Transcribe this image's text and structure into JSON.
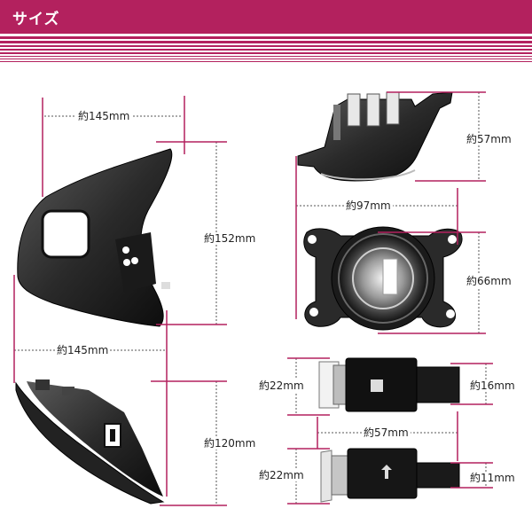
{
  "header": {
    "title": "サイズ",
    "color": "#b3215e"
  },
  "dimensions": {
    "bracket_top_width": "約145mm",
    "bracket_height": "約152mm",
    "bracket_bottom_width": "約145mm",
    "bracket_depth": "約120mm",
    "lamp_side_height": "約57mm",
    "lamp_width": "約97mm",
    "lamp_front_height": "約66mm",
    "connector_a_height": "約22mm",
    "connector_a_width": "約16mm",
    "connector_length": "約57mm",
    "connector_b_height": "約22mm",
    "connector_b_width": "約11mm"
  },
  "accent_line_color": "#b3215e"
}
